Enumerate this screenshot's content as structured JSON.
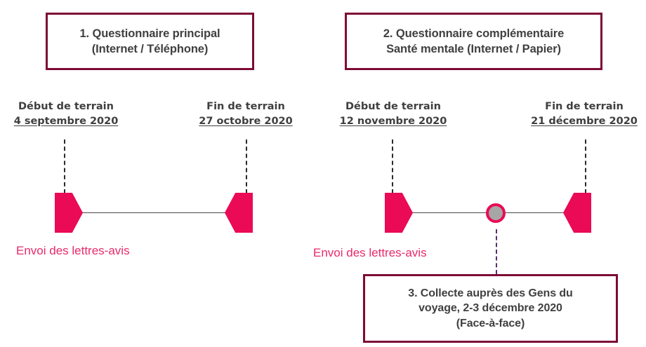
{
  "colors": {
    "box_border": "#7d0b36",
    "marker": "#ea0a56",
    "caption_text": "#e8296b",
    "node_fill": "#a6a6a6",
    "dash_dark": "#2b2b2b",
    "dash_violet": "#5c2d6e",
    "text": "#404040",
    "background": "#ffffff"
  },
  "boxes": {
    "main_questionnaire": {
      "line1": "1. Questionnaire principal",
      "line2": "(Internet / Téléphone)"
    },
    "complementary_questionnaire": {
      "line1": "2. Questionnaire complémentaire",
      "line2": "Santé mentale (Internet / Papier)"
    },
    "collecte_gens_du_voyage": {
      "line1": "3. Collecte auprès des Gens du",
      "line2": "voyage, 2-3 décembre 2020",
      "line3": "(Face-à-face)"
    }
  },
  "timelines": [
    {
      "id": "timeline-principal",
      "start": {
        "kind": "Début de terrain",
        "date": "4 septembre 2020"
      },
      "end": {
        "kind": "Fin de terrain",
        "date": "27 octobre 2020"
      },
      "caption": "Envoi des lettres-avis"
    },
    {
      "id": "timeline-complementaire",
      "start": {
        "kind": "Début de terrain",
        "date": "12 novembre 2020"
      },
      "end": {
        "kind": "Fin de terrain",
        "date": "21 décembre 2020"
      },
      "caption": "Envoi des lettres-avis",
      "midpoint_node": {
        "label": "3. Collecte auprès des Gens du voyage, 2-3 décembre 2020 (Face-à-face)"
      }
    }
  ]
}
